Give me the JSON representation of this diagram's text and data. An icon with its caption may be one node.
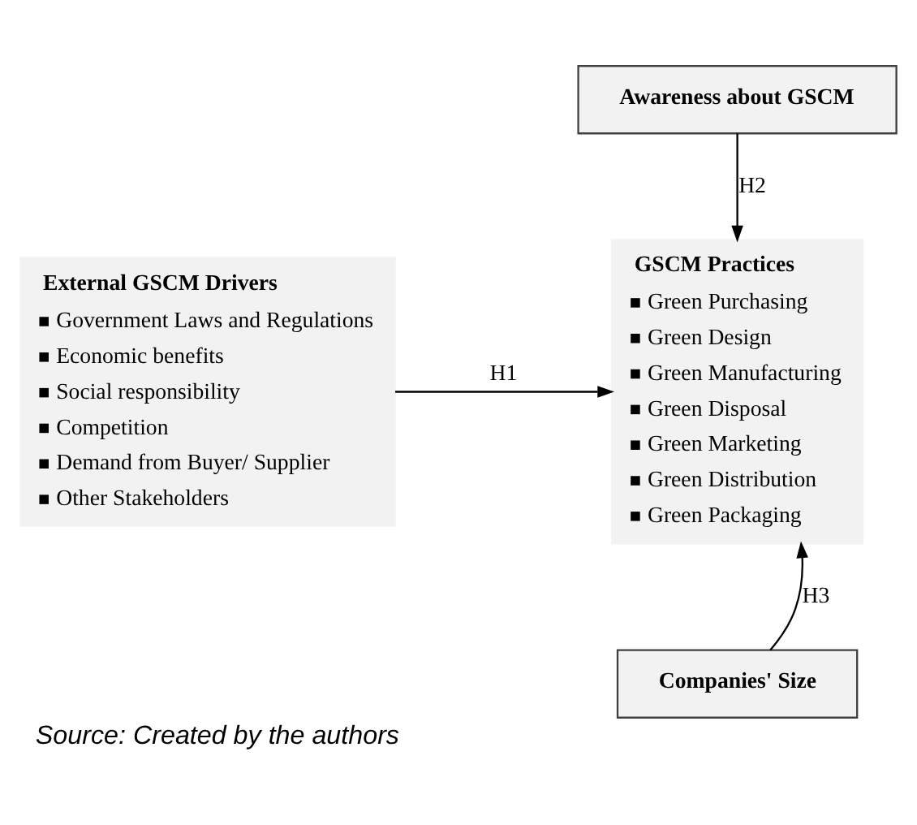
{
  "diagram": {
    "caption": "Source: Created by the authors",
    "nodes": [
      {
        "text": [
          "Awareness about GSCM"
        ]
      },
      {
        "text": [
          "External GSCM Drivers",
          "Government Laws and Regulations",
          "Economic benefits",
          "Social responsibility",
          "Competition",
          "Demand from Buyer/ Supplier",
          "Other Stakeholders"
        ]
      },
      {
        "text": [
          "GSCM Practices",
          "Green Purchasing",
          "Green Design",
          "Green Manufacturing",
          "Green Disposal",
          "Green Marketing",
          "Green Distribution",
          "Green Packaging"
        ]
      },
      {
        "text": [
          "Companies' Size"
        ]
      }
    ],
    "edges": [
      {
        "from": 0,
        "to": 2,
        "arrow": "to",
        "label": "H2"
      },
      {
        "from": 1,
        "to": 2,
        "arrow": "to",
        "label": "H1"
      },
      {
        "from": 3,
        "to": 2,
        "arrow": "to",
        "label": "H3"
      }
    ]
  }
}
